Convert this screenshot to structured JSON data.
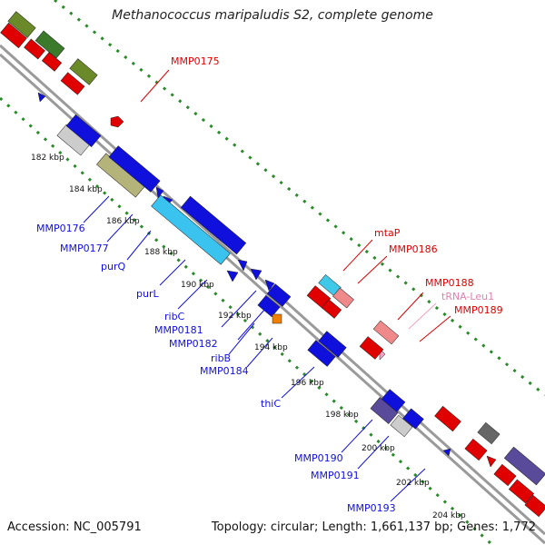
{
  "header": {
    "title": "Methanococcus maripaludis S2, complete genome"
  },
  "footer": {
    "accession": "Accession: NC_005791",
    "summary": "Topology: circular; Length: 1,661,137 bp; Genes: 1,772"
  },
  "colors": {
    "forward": "#e00000",
    "reverse": "#1010dd",
    "tick": "#2a8a2a",
    "backbone": "#999999"
  },
  "scale_ticks": [
    "182 kbp",
    "184 kbp",
    "186 kbp",
    "188 kbp",
    "190 kbp",
    "192 kbp",
    "194 kbp",
    "196 kbp",
    "198 kbp",
    "200 kbp",
    "202 kbp",
    "204 kbp"
  ],
  "gene_labels": {
    "forward": [
      "MMP0175",
      "mtaP",
      "MMP0186",
      "MMP0188",
      "tRNA-Leu1",
      "MMP0189"
    ],
    "reverse": [
      "MMP0176",
      "MMP0177",
      "purQ",
      "purL",
      "ribC",
      "MMP0181",
      "MMP0182",
      "ribB",
      "MMP0184",
      "thiC",
      "MMP0190",
      "MMP0191",
      "MMP0193"
    ]
  }
}
